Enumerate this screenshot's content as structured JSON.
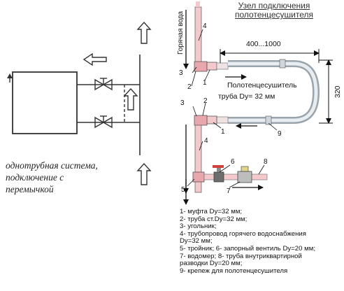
{
  "title": {
    "line1": "Узел подключения",
    "line2": "полотенцесушителя"
  },
  "caption": {
    "line1": "однотрубная система,",
    "line2": "подключение с",
    "line3": "перемычкой"
  },
  "labels": {
    "hot_water": "Горячая вода",
    "towel_dryer": "Полотенцесушитель",
    "pipe": "труба Dy= 32 мм",
    "dim_width": "400...1000",
    "dim_height": "320"
  },
  "callouts": {
    "n1a": "1",
    "n2a": "2",
    "n3a": "3",
    "n4a": "4",
    "n1b": "1",
    "n2b": "2",
    "n3b": "3",
    "n4b": "4",
    "n5": "5",
    "n6": "6",
    "n7": "7",
    "n8": "8",
    "n9": "9"
  },
  "legend": [
    "1- муфта Dy=32 мм;",
    "2- труба ст.Dy=32 мм;",
    "3- угольник;",
    "4- трубопровод горячего водоснабжения",
    "Dy=32 мм;",
    "5- тройник; 6- запорный вентиль Dy=20 мм;",
    "7- водомер; 8- труба внутриквартирной",
    "разводки Dy=20 мм;",
    "9- крепеж для полотенцесушителя"
  ]
}
